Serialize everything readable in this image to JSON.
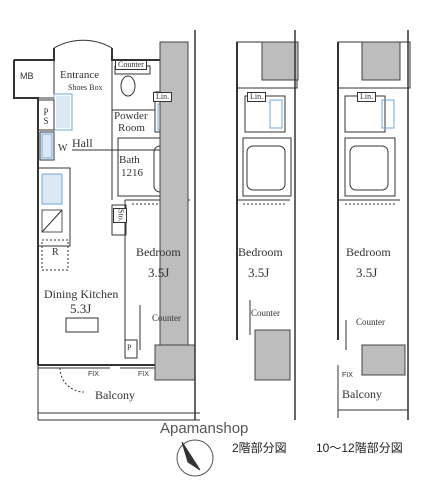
{
  "unit_main": {
    "mb": "MB",
    "entrance": "Entrance",
    "shoes_box": "Shoes Box",
    "counter_top": "Counter",
    "powder_room_line1": "Powder",
    "powder_room_line2": "Room",
    "lin": "Lin.",
    "ps": "P S",
    "hall": "Hall",
    "w": "W",
    "bath_line1": "Bath",
    "bath_line2": "1216",
    "sto": "Sto.",
    "r": "R",
    "bedroom": "Bedroom",
    "bedroom_area": "3.5J",
    "dining_kitchen": "Dining Kitchen",
    "dining_kitchen_area": "5.3J",
    "counter": "Counter",
    "p": "P",
    "fix_left": "FIX",
    "fix_right": "FIX",
    "balcony": "Balcony"
  },
  "unit_middle": {
    "lin": "Lin.",
    "bedroom": "Bedroom",
    "bedroom_area": "3.5J",
    "counter": "Counter"
  },
  "unit_right": {
    "lin": "Lin.",
    "bedroom": "Bedroom",
    "bedroom_area": "3.5J",
    "counter": "Counter",
    "fix": "FIX",
    "balcony": "Balcony"
  },
  "footer": {
    "brand": "Apamanshop",
    "caption_floor2": "2階部分図",
    "caption_floor10_12": "10～12階部分図"
  },
  "colors": {
    "wall": "#444444",
    "column": "#9a9a9a",
    "fixture": "#6fa8dc",
    "line": "#333333"
  }
}
